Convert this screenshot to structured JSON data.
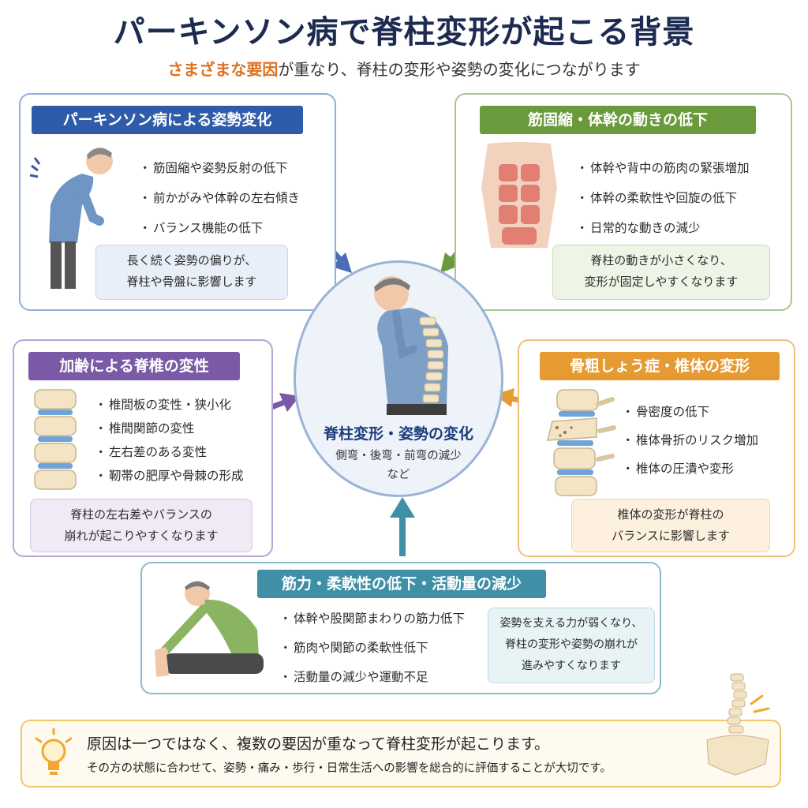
{
  "header": {
    "title": "パーキンソン病で脊柱変形が起こる背景",
    "subtitle_highlight": "さまざまな要因",
    "subtitle_rest": "が重なり、脊柱の変形や姿勢の変化につながります"
  },
  "panels": {
    "parkinson": {
      "label": "パーキンソン病による姿勢変化",
      "bullets": [
        "筋固縮や姿勢反射の低下",
        "前かがみや体幹の左右傾き",
        "バランス機能の低下"
      ],
      "note": [
        "長く続く姿勢の偏りが、",
        "脊柱や骨盤に影響します"
      ],
      "color": "#2f5ca8"
    },
    "rigidity": {
      "label": "筋固縮・体幹の動きの低下",
      "bullets": [
        "体幹や背中の筋肉の緊張増加",
        "体幹の柔軟性や回旋の低下",
        "日常的な動きの減少"
      ],
      "note": [
        "脊柱の動きが小さくなり、",
        "変形が固定しやすくなります"
      ],
      "color": "#6a9a3c"
    },
    "aging": {
      "label": "加齢による脊椎の変性",
      "bullets": [
        "椎間板の変性・狭小化",
        "椎間関節の変性",
        "左右差のある変性",
        "靭帯の肥厚や骨棘の形成"
      ],
      "note": [
        "脊柱の左右差やバランスの",
        "崩れが起こりやすくなります"
      ],
      "color": "#7a5aa6"
    },
    "osteoporosis": {
      "label": "骨粗しょう症・椎体の変形",
      "bullets": [
        "骨密度の低下",
        "椎体骨折のリスク増加",
        "椎体の圧潰や変形"
      ],
      "note": [
        "椎体の変形が脊柱の",
        "バランスに影響します"
      ],
      "color": "#e59a32"
    },
    "strength": {
      "label": "筋力・柔軟性の低下・活動量の減少",
      "bullets": [
        "体幹や股関節まわりの筋力低下",
        "筋肉や関節の柔軟性低下",
        "活動量の減少や運動不足"
      ],
      "note": [
        "姿勢を支える力が弱くなり、",
        "脊柱の変形や姿勢の崩れが",
        "進みやすくなります"
      ],
      "color": "#3f8fa6"
    }
  },
  "center": {
    "title": "脊柱変形・姿勢の変化",
    "sub": [
      "側弯・後弯・前弯の減少",
      "など"
    ]
  },
  "footer": {
    "main": "原因は一つではなく、複数の要因が重なって脊柱変形が起こります。",
    "sub": "その方の状態に合わせて、姿勢・痛み・歩行・日常生活への影響を総合的に評価することが大切です。"
  },
  "icons": [
    "elderly-man-stooped-icon",
    "abdominal-muscles-icon",
    "spine-vertebrae-icon",
    "fractured-vertebrae-icon",
    "stretching-man-icon",
    "lightbulb-icon",
    "spine-pelvis-icon"
  ]
}
